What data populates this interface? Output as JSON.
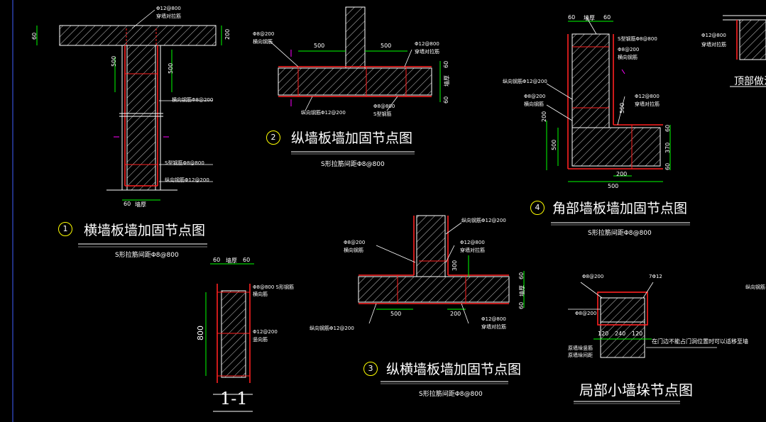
{
  "detail1": {
    "number": "1",
    "title": "横墙板墙加固节点图",
    "subtitle": "S形拉筋间距Φ8@800",
    "notes": {
      "top_rebar": "Φ12@800",
      "top_rebar_desc": "穿墙对拉筋",
      "horiz_bar": "横向钢筋Φ8@200",
      "s_tie": "S型钢筋Φ8@800",
      "vert_bar": "纵向钢筋Φ12@200"
    },
    "dims": {
      "a": "500",
      "b": "500",
      "c": "200",
      "d": "60",
      "e": "墙厚",
      "f": "60"
    }
  },
  "detail2": {
    "number": "2",
    "title": "纵墙板墙加固节点图",
    "subtitle": "S形拉筋间距Φ8@800",
    "notes": {
      "left_top": "Φ8@200",
      "left_top_desc": "横向钢筋",
      "right_top": "Φ12@800",
      "right_top_desc": "穿墙对拉筋",
      "bottom_left": "纵向钢筋Φ12@200",
      "bottom_right": "Φ8@800",
      "bottom_right_desc": "S型钢筋"
    },
    "dims": {
      "left": "500",
      "right": "500",
      "t1": "60",
      "t2": "墙厚",
      "t3": "60"
    }
  },
  "detail3": {
    "number": "3",
    "title": "纵横墙板墙加固节点图",
    "subtitle": "S形拉筋间距Φ8@800",
    "notes": {
      "vert_bar": "纵向钢筋Φ12@200",
      "left": "Φ8@200",
      "left_desc": "横向钢筋",
      "right": "Φ12@800",
      "right_desc": "穿墙对拉筋",
      "bottom_left": "纵向钢筋Φ12@200",
      "bottom_right": "Φ12@800",
      "bottom_right_desc": "穿墙对拉筋"
    },
    "dims": {
      "a": "500",
      "b": "200",
      "c": "300",
      "t1": "60",
      "t2": "墙厚",
      "t3": "60"
    }
  },
  "detail4": {
    "number": "4",
    "title": "角部墙板墙加固节点图",
    "subtitle": "S形拉筋间距Φ8@800",
    "notes": {
      "top_s": "S型钢筋Φ8@800",
      "phi8": "Φ8@200",
      "phi8_desc": "横向钢筋",
      "vert": "纵向钢筋Φ12@200",
      "left2": "Φ8@200",
      "left2_desc": "横向钢筋",
      "right": "Φ12@800",
      "right_desc": "穿墙对拉筋"
    },
    "dims": {
      "t1": "60",
      "t2": "墙厚",
      "t3": "60",
      "a": "200",
      "b": "500",
      "c": "500",
      "d": "200",
      "e": "60",
      "f": "370",
      "g": "60",
      "h": "500"
    }
  },
  "section11": {
    "title": "1-1",
    "notes": {
      "s": "Φ8@800 S形钢筋",
      "h": "横向筋",
      "r": "Φ12@200",
      "r_desc": "竖向筋"
    },
    "dims": {
      "a": "60",
      "b": "墙厚",
      "c": "60",
      "h": "800"
    }
  },
  "top_detail": {
    "title": "顶部做法",
    "notes": {
      "a": "Φ12@800",
      "b": "穿墙对拉筋"
    }
  },
  "small_pier": {
    "title": "局部小墙垛节点图",
    "notes": {
      "top_left": "Φ8@200",
      "top_right": "7Φ12",
      "left": "Φ8@200",
      "bottom_left": "原墙垛竖筋",
      "bottom_left2": "原墙垛间距",
      "bottom_right": "在门边不能占门洞位置时可以适移至墙",
      "right_edge": "纵向钢筋"
    },
    "dims": {
      "a": "120",
      "b": "240",
      "c": "120"
    }
  },
  "colors": {
    "wall": "#ffffff",
    "rebar": "#ff2020",
    "dim": "#00ff00",
    "line": "#ffffff",
    "circle": "#ffff00",
    "cut": "#ff00ff",
    "frame": "#4060ff"
  }
}
